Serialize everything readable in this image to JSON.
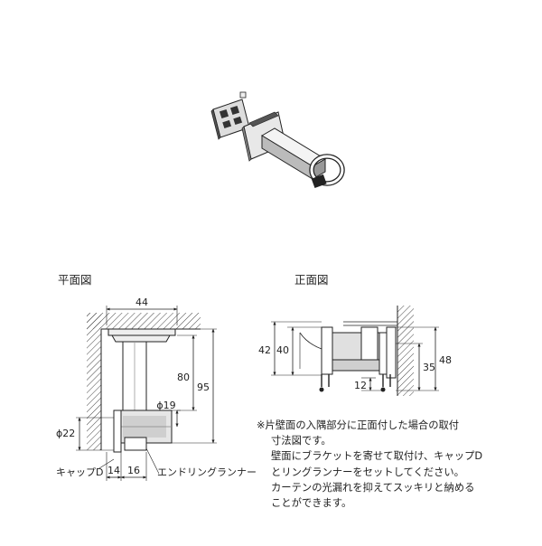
{
  "views": {
    "plan": {
      "title": "平面図",
      "dim_width": "44",
      "dim_depth_inner": "80",
      "dim_depth_outer": "95",
      "dim_ring_dia": "ϕ19",
      "dim_cap_dia": "ϕ22",
      "dim_cap": "14",
      "dim_runner": "16",
      "label_cap": "キャップD",
      "label_runner": "エンドリングランナー"
    },
    "front": {
      "title": "正面図",
      "dim_left_outer": "42",
      "dim_left_inner": "40",
      "dim_right_inner": "35",
      "dim_right_outer": "48",
      "dim_bottom": "12"
    }
  },
  "note": {
    "lines": [
      "※片壁面の入隅部分に正面付した場合の取付",
      "寸法図です。",
      "壁面にブラケットを寄せて取付け、キャップD",
      "とリングランナーをセットしてください。",
      "カーテンの光漏れを抑えてスッキリと納める",
      "ことができます。"
    ]
  }
}
